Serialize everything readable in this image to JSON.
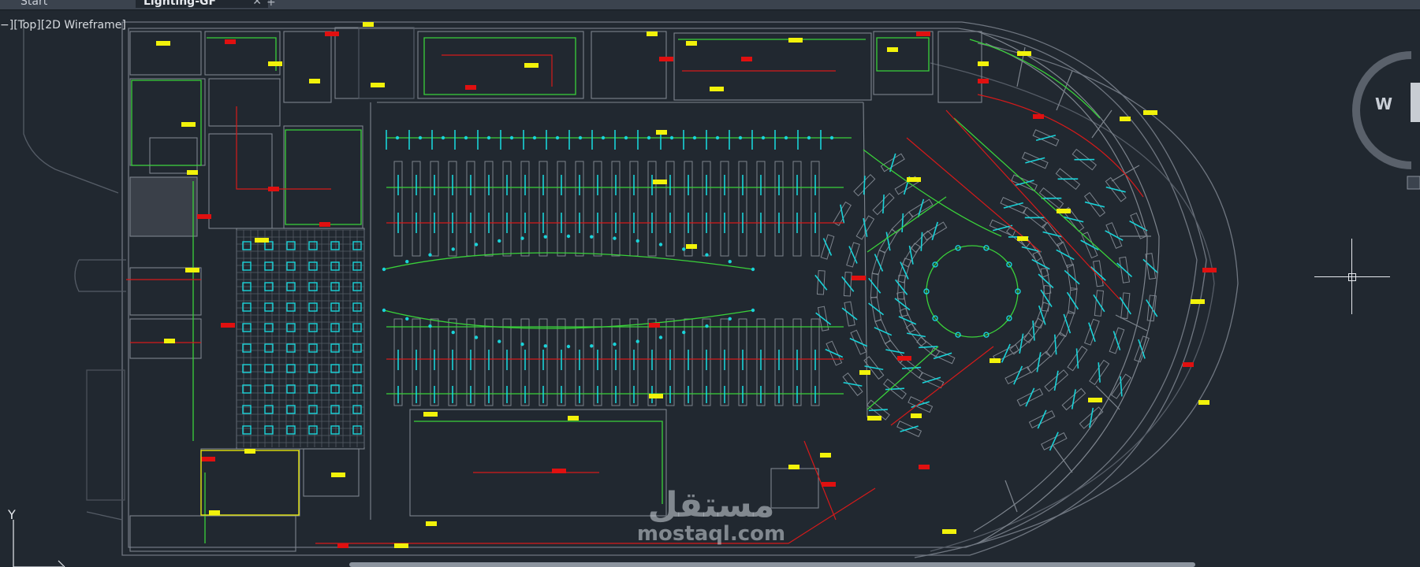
{
  "tabs": [
    {
      "label": "Start"
    },
    {
      "label": "Lighting-GF",
      "active": true
    }
  ],
  "tab_add_label": "+",
  "tab_close_label": "✕",
  "viewport": {
    "label": "−][Top][2D Wireframe]"
  },
  "view_cube": {
    "face_label": "W"
  },
  "ucs": {
    "y_label": "Y"
  },
  "watermark": {
    "logo": "مستقل",
    "text": "mostaql.com"
  },
  "colors": {
    "background": "#212830",
    "wall": "#6f7680",
    "fixture": "#19d3d9",
    "circuit_green": "#3ad13a",
    "circuit_red": "#d61a1a",
    "tag_yellow": "#f2f20a",
    "tag_red": "#e01010"
  }
}
